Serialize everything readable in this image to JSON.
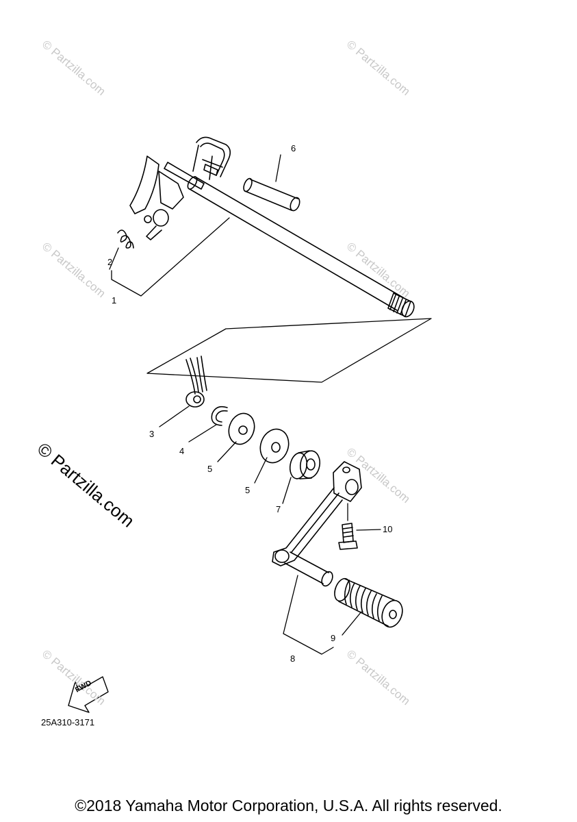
{
  "watermark": {
    "text": "© Partzilla.com"
  },
  "part_numbers": [
    "1",
    "2",
    "3",
    "4",
    "5",
    "5",
    "6",
    "7",
    "8",
    "9",
    "10"
  ],
  "fwd_label": "FWD",
  "diagram_code": "25A310-3171",
  "footer": {
    "copyright": "©2018 Yamaha Motor Corporation, U.S.A. All rights reserved."
  }
}
